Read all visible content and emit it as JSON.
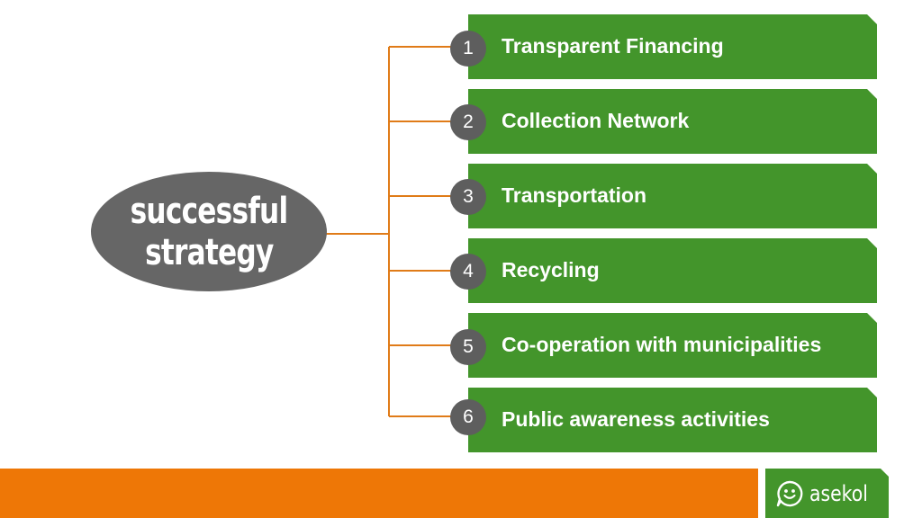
{
  "center": {
    "lines": [
      "successful",
      "strategy"
    ]
  },
  "items": [
    {
      "number": "1",
      "label": "Transparent Financing"
    },
    {
      "number": "2",
      "label": "Collection Network"
    },
    {
      "number": "3",
      "label": "Transportation"
    },
    {
      "number": "4",
      "label": "Recycling"
    },
    {
      "number": "5",
      "label": "Co-operation with municipalities"
    },
    {
      "number": "6",
      "label": "Public awareness activities"
    }
  ],
  "logo": {
    "text": "asekol",
    "icon": "smiley-speech-bubble-icon"
  },
  "colors": {
    "box_green": "#43952b",
    "connector_orange": "#e07b18",
    "bar_orange": "#ee7706",
    "center_gray": "#666666",
    "number_gray": "#5e5e5e"
  }
}
